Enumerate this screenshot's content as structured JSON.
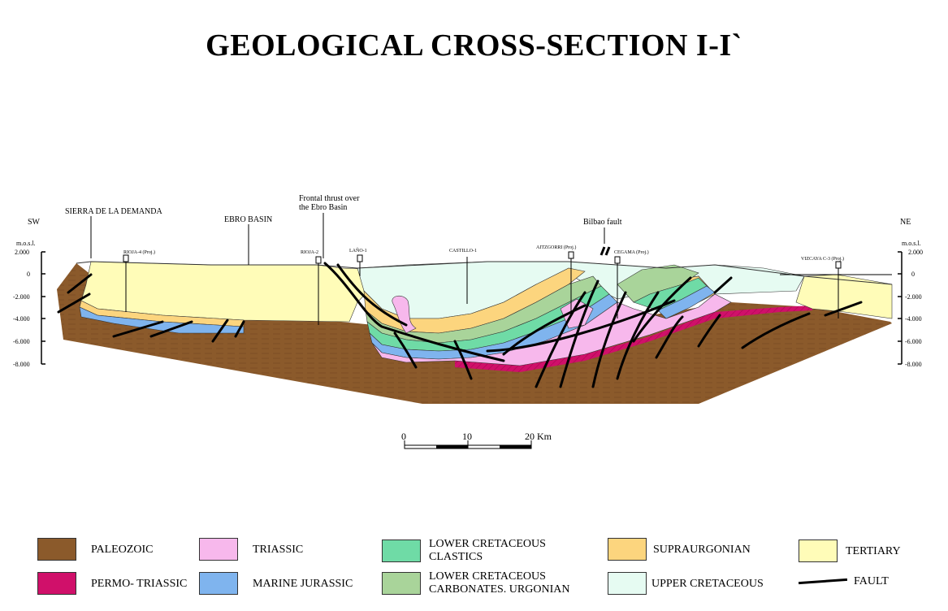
{
  "title": "GEOLOGICAL CROSS-SECTION I-I`",
  "labels": {
    "sw": "SW",
    "ne": "NE",
    "mosl_left": "m.o.s.l.",
    "mosl_right": "m.o.s.l.",
    "sierra": "SIERRA DE LA DEMANDA",
    "ebro": "EBRO BASIN",
    "frontal_1": "Frontal thrust over",
    "frontal_2": "the Ebro Basin",
    "bilbao": "Bilbao fault"
  },
  "depth_ticks": [
    "2.000",
    "0",
    "-2.000",
    "-4.000",
    "-6.000",
    "-8.000"
  ],
  "wells": {
    "rioja4": "RIOJA-4 (Proj.)",
    "rioja2": "RIOJA-2",
    "lano": "LAÑO-1",
    "castillo": "CASTILLO-1",
    "aitzgorri": "AITZGORRI (Proj.)",
    "cegama": "CEGAMA (Proj.)",
    "vizcaya": "VIZCAYA C-3 (Proj.)"
  },
  "scale": {
    "t0": "0",
    "t10": "10",
    "t20": "20 Km"
  },
  "colors": {
    "paleozoic": "#8b5a2b",
    "permo_triassic": "#d0106a",
    "triassic": "#f7b8ec",
    "marine_jurassic": "#7fb4ee",
    "lower_cretaceous_clastics": "#6fdba6",
    "lower_cretaceous_carbonates": "#a9d49a",
    "supraurgonian": "#fcd57e",
    "upper_cretaceous": "#e6fbf2",
    "tertiary": "#fffcb8"
  },
  "legend": {
    "paleozoic": "PALEOZOIC",
    "permo_triassic": "PERMO- TRIASSIC",
    "triassic": "TRIASSIC",
    "marine_jurassic": "MARINE JURASSIC",
    "lc_clastics_1": "LOWER CRETACEOUS",
    "lc_clastics_2": "CLASTICS",
    "lc_carb_1": "LOWER CRETACEOUS",
    "lc_carb_2": "CARBONATES. URGONIAN",
    "supraurgonian": "SUPRAURGONIAN",
    "upper_cretaceous": "UPPER CRETACEOUS",
    "tertiary": "TERTIARY",
    "fault": "FAULT"
  }
}
